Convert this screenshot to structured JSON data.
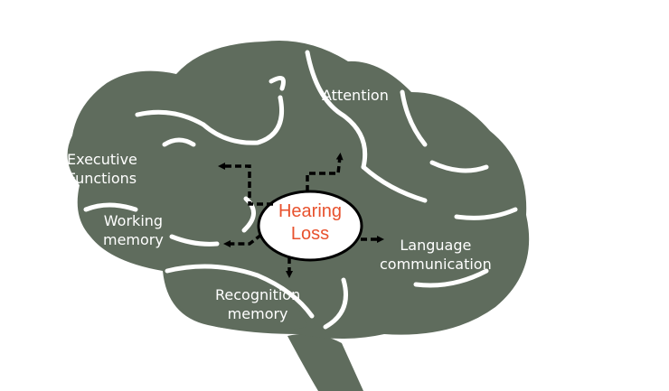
{
  "diagram": {
    "center": {
      "line1": "Hearing",
      "line2": "Loss",
      "text_color": "#e8522e"
    },
    "regions": {
      "attention": {
        "lines": [
          "Attention"
        ]
      },
      "executive": {
        "lines": [
          "Executive",
          "Functions"
        ]
      },
      "working": {
        "lines": [
          "Working",
          "memory"
        ]
      },
      "recognition": {
        "lines": [
          "Recognition",
          "memory"
        ]
      },
      "language": {
        "lines": [
          "Language",
          "communication"
        ]
      }
    },
    "colors": {
      "brain_fill": "#5f6c5d",
      "fold_lines": "#ffffff",
      "arrows": "#000000",
      "background": "#ffffff"
    }
  }
}
